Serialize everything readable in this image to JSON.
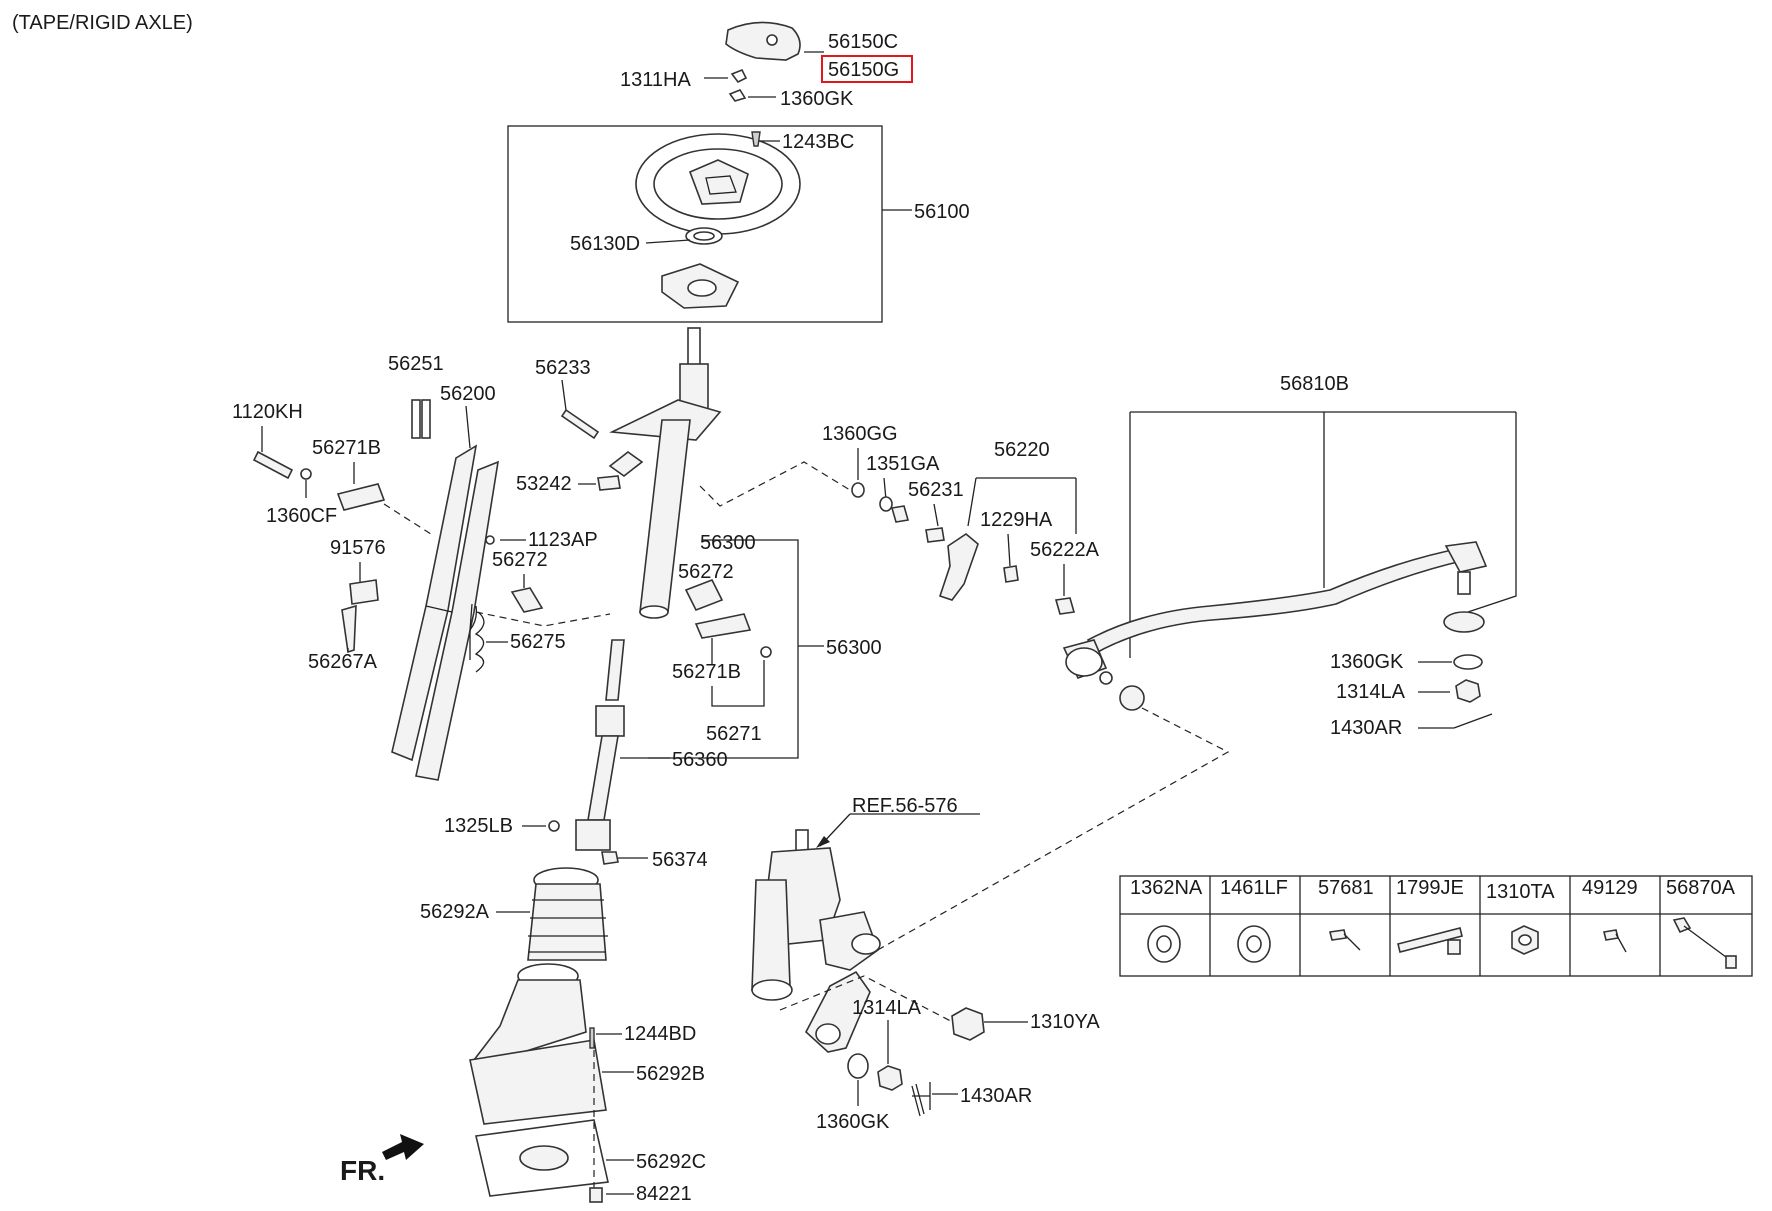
{
  "diagram": {
    "variant_label": "(TAPE/RIGID AXLE)",
    "front_marker": "FR.",
    "highlighted_part": "56150G",
    "highlight_color": "#e0181b",
    "labels": {
      "p56150C": "56150C",
      "p56150G": "56150G",
      "p1311HA": "1311HA",
      "p1360GK_top": "1360GK",
      "p1243BC": "1243BC",
      "p56100": "56100",
      "p56130D": "56130D",
      "p56251": "56251",
      "p56200": "56200",
      "p56233": "56233",
      "p1120KH": "1120KH",
      "p56271B_a": "56271B",
      "p1360CF": "1360CF",
      "p53242": "53242",
      "p1123AP": "1123AP",
      "p91576": "91576",
      "p56272_a": "56272",
      "p56300_a": "56300",
      "p56272_b": "56272",
      "p56267A": "56267A",
      "p56275": "56275",
      "p56300_b": "56300",
      "p56271B_b": "56271B",
      "p56271": "56271",
      "p56360": "56360",
      "p1360GG": "1360GG",
      "p1351GA": "1351GA",
      "p56220": "56220",
      "p56231": "56231",
      "p1229HA": "1229HA",
      "p56222A": "56222A",
      "p56810B": "56810B",
      "p1360GK_r": "1360GK",
      "p1314LA_r": "1314LA",
      "p1430AR_r": "1430AR",
      "p1325LB": "1325LB",
      "p56374": "56374",
      "pREF": "REF.56-576",
      "p56292A": "56292A",
      "p1244BD": "1244BD",
      "p56292B": "56292B",
      "p56292C": "56292C",
      "p84221": "84221",
      "p1314LA_b": "1314LA",
      "p1310YA": "1310YA",
      "p1360GK_b": "1360GK",
      "p1430AR_b": "1430AR"
    }
  },
  "legend_table": {
    "columns": [
      {
        "code": "1362NA",
        "icon": "flat-washer-icon"
      },
      {
        "code": "1461LF",
        "icon": "spring-washer-icon"
      },
      {
        "code": "57681",
        "icon": "bolt-icon"
      },
      {
        "code": "1799JE",
        "icon": "clamp-strap-icon"
      },
      {
        "code": "1310TA",
        "icon": "hex-nut-icon"
      },
      {
        "code": "49129",
        "icon": "screw-icon"
      },
      {
        "code": "56870A",
        "icon": "tie-rod-end-icon"
      }
    ]
  }
}
